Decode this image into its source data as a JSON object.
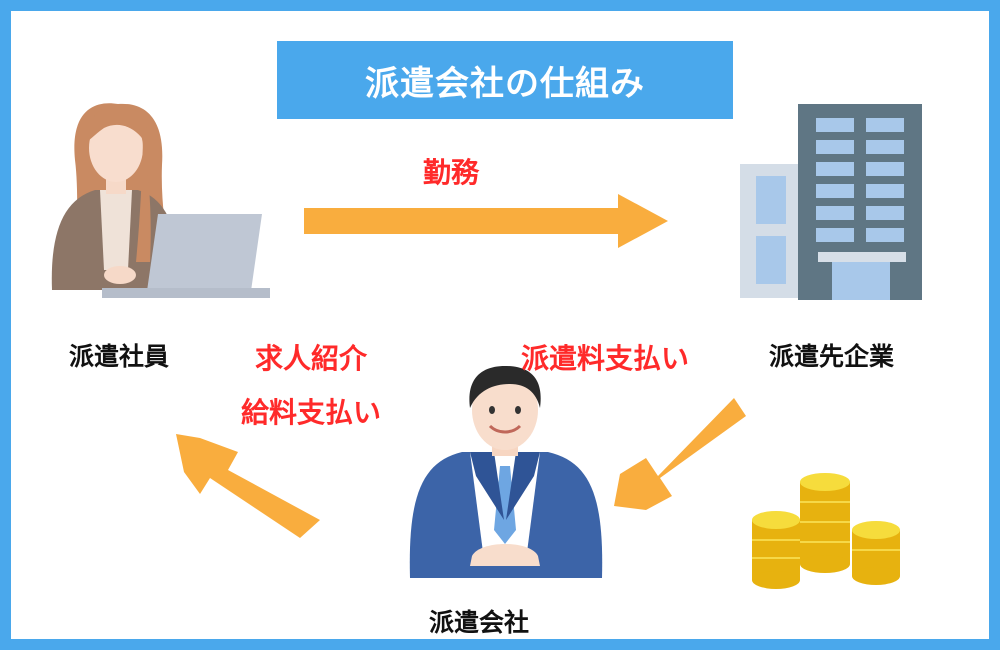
{
  "title": "派遣会社の仕組み",
  "nodes": {
    "worker": "派遣社員",
    "client_company": "派遣先企業",
    "agency": "派遣会社"
  },
  "flows": {
    "work": "勤務",
    "referral": "求人紹介",
    "salary": "給料支払い",
    "fee": "派遣料支払い"
  },
  "colors": {
    "frame": "#4aa8ec",
    "arrow": "#f9ad3e",
    "flow_text": "#ff2a2a",
    "coin": "#f1d21a"
  },
  "icons": [
    "woman-laptop-icon",
    "office-building-icon",
    "businessman-icon",
    "coin-stacks-icon"
  ]
}
